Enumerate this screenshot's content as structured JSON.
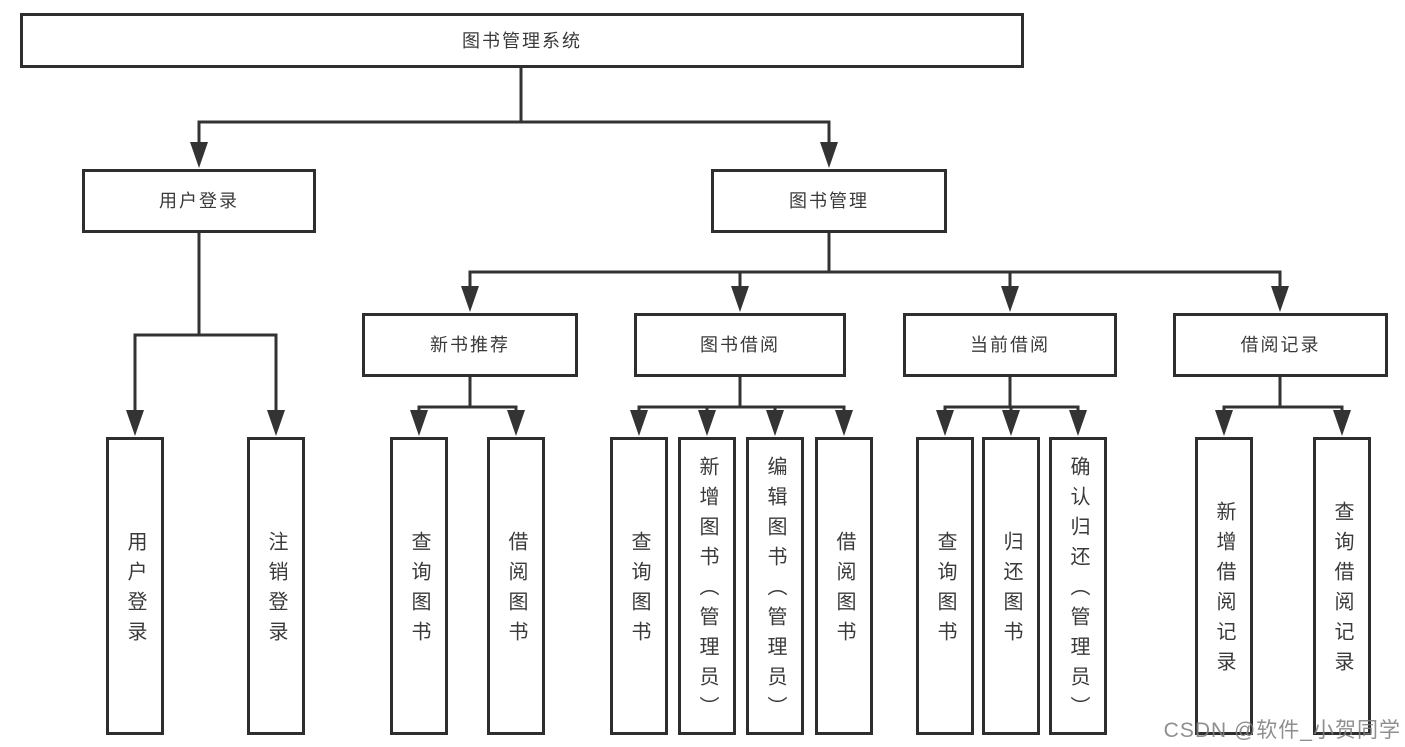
{
  "diagram": {
    "title": "图书管理系统",
    "watermark": "CSDN @软件_小贺同学",
    "colors": {
      "line": "#333333",
      "box_border": "#2e2e2e",
      "text": "#3a3a3a",
      "background": "#ffffff",
      "watermark": "#808080"
    },
    "nodes": {
      "root": "图书管理系统",
      "login": "用户登录",
      "mgmt": "图书管理",
      "rec": "新书推荐",
      "borrow": "图书借阅",
      "current": "当前借阅",
      "records": "借阅记录",
      "leaf_user_login": "用户登录",
      "leaf_logout": "注销登录",
      "leaf_rec_query": "查询图书",
      "leaf_rec_borrow": "借阅图书",
      "leaf_bor_query": "查询图书",
      "leaf_bor_add": "新增图书（管理员）",
      "leaf_bor_edit": "编辑图书（管理员）",
      "leaf_bor_borrow": "借阅图书",
      "leaf_cur_query": "查询图书",
      "leaf_cur_return": "归还图书",
      "leaf_cur_confirm": "确认归还（管理员）",
      "leaf_recs_add": "新增借阅记录",
      "leaf_recs_query": "查询借阅记录"
    }
  }
}
